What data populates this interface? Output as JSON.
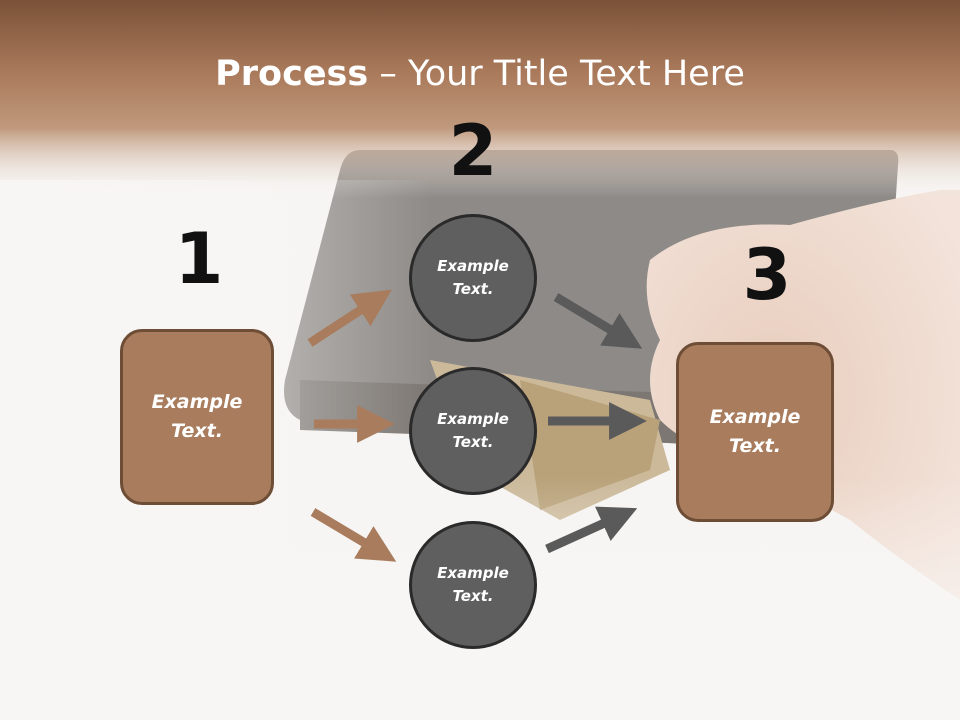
{
  "title": {
    "bold": "Process",
    "rest": " – Your Title Text Here"
  },
  "steps": {
    "one": "1",
    "two": "2",
    "three": "3"
  },
  "nodes": {
    "left_box": "Example Text.",
    "circle_top": "Example Text.",
    "circle_mid": "Example Text.",
    "circle_bottom": "Example Text.",
    "right_box": "Example Text."
  },
  "colors": {
    "brown": "#a87c5c",
    "brown_arrow": "#a87c5c",
    "grey_circle": "#5f5f5f",
    "grey_arrow": "#5a5a5a"
  }
}
